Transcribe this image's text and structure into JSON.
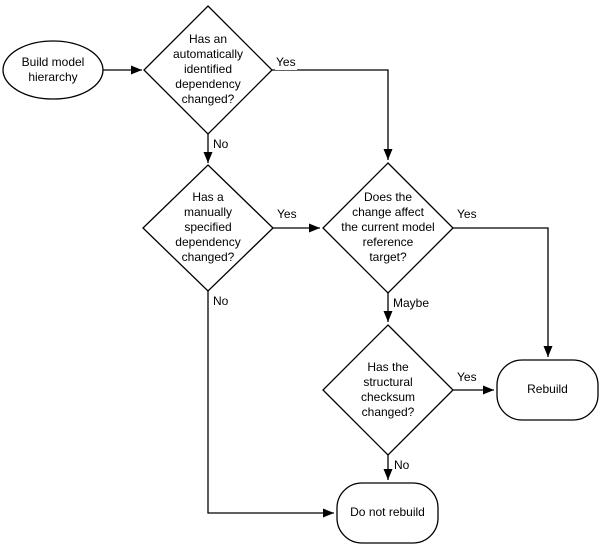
{
  "diagram": {
    "type": "flowchart",
    "colors": {
      "background": "#ffffff",
      "stroke": "#000000",
      "fill": "#ffffff",
      "text": "#000000"
    },
    "nodes": {
      "start": {
        "shape": "ellipse",
        "label": "Build model\nhierarchy"
      },
      "auto_dep": {
        "shape": "diamond",
        "label": "Has an\nautomatically\nidentified\ndependency\nchanged?"
      },
      "manual_dep": {
        "shape": "diamond",
        "label": "Has a\nmanually\nspecified\ndependency\nchanged?"
      },
      "ref_target": {
        "shape": "diamond",
        "label": "Does the\nchange affect\nthe current model\nreference\ntarget?"
      },
      "checksum": {
        "shape": "diamond",
        "label": "Has the\nstructural\nchecksum\nchanged?"
      },
      "rebuild": {
        "shape": "rounded-rect",
        "label": "Rebuild"
      },
      "do_not_rebuild": {
        "shape": "rounded-rect",
        "label": "Do not rebuild"
      }
    },
    "edges": {
      "start_to_auto": {
        "from": "start",
        "to": "auto_dep",
        "label": ""
      },
      "auto_yes": {
        "from": "auto_dep",
        "to": "ref_target",
        "label": "Yes"
      },
      "auto_no": {
        "from": "auto_dep",
        "to": "manual_dep",
        "label": "No"
      },
      "manual_yes": {
        "from": "manual_dep",
        "to": "ref_target",
        "label": "Yes"
      },
      "manual_no": {
        "from": "manual_dep",
        "to": "do_not_rebuild",
        "label": "No"
      },
      "ref_yes": {
        "from": "ref_target",
        "to": "rebuild",
        "label": "Yes"
      },
      "ref_maybe": {
        "from": "ref_target",
        "to": "checksum",
        "label": "Maybe"
      },
      "checksum_yes": {
        "from": "checksum",
        "to": "rebuild",
        "label": "Yes"
      },
      "checksum_no": {
        "from": "checksum",
        "to": "do_not_rebuild",
        "label": "No"
      }
    }
  }
}
